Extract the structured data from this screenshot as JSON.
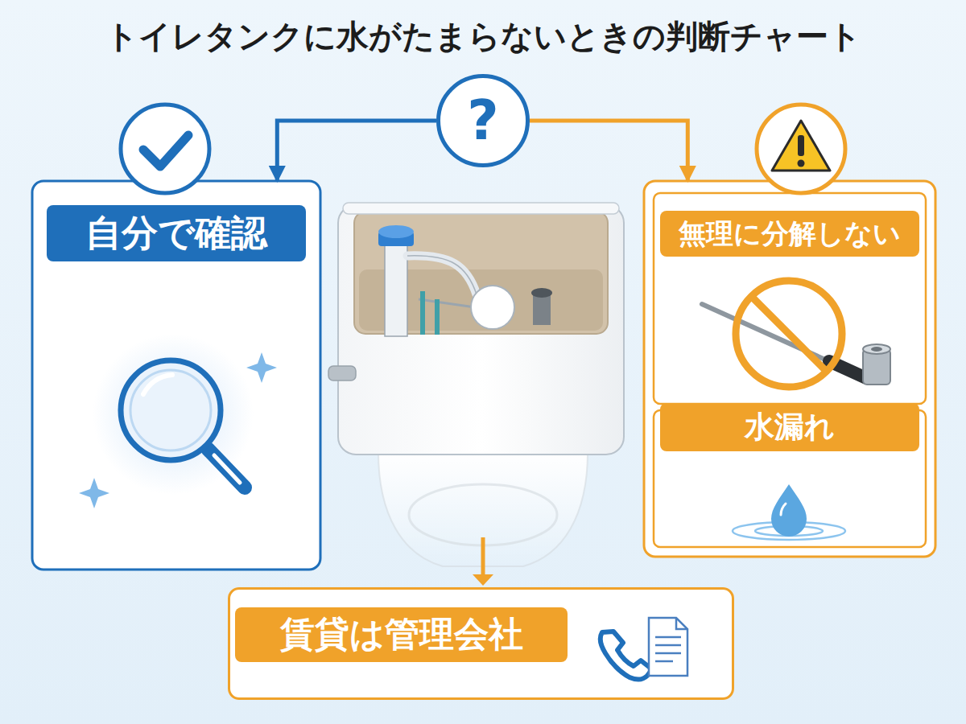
{
  "diagram": {
    "title": "トイレタンクに水がたまらないときの判断チャート",
    "nodes": [
      {
        "text": [
          "?"
        ]
      },
      {
        "text": [
          "自分で確認"
        ]
      },
      {
        "text": [
          "無理に分解しない",
          "水漏れ"
        ]
      },
      {
        "text": [
          "賃貸は管理会社"
        ]
      }
    ],
    "edges": [
      {
        "from": 0,
        "to": 1,
        "arrow": "to"
      },
      {
        "from": 0,
        "to": 2,
        "arrow": "to"
      }
    ]
  }
}
